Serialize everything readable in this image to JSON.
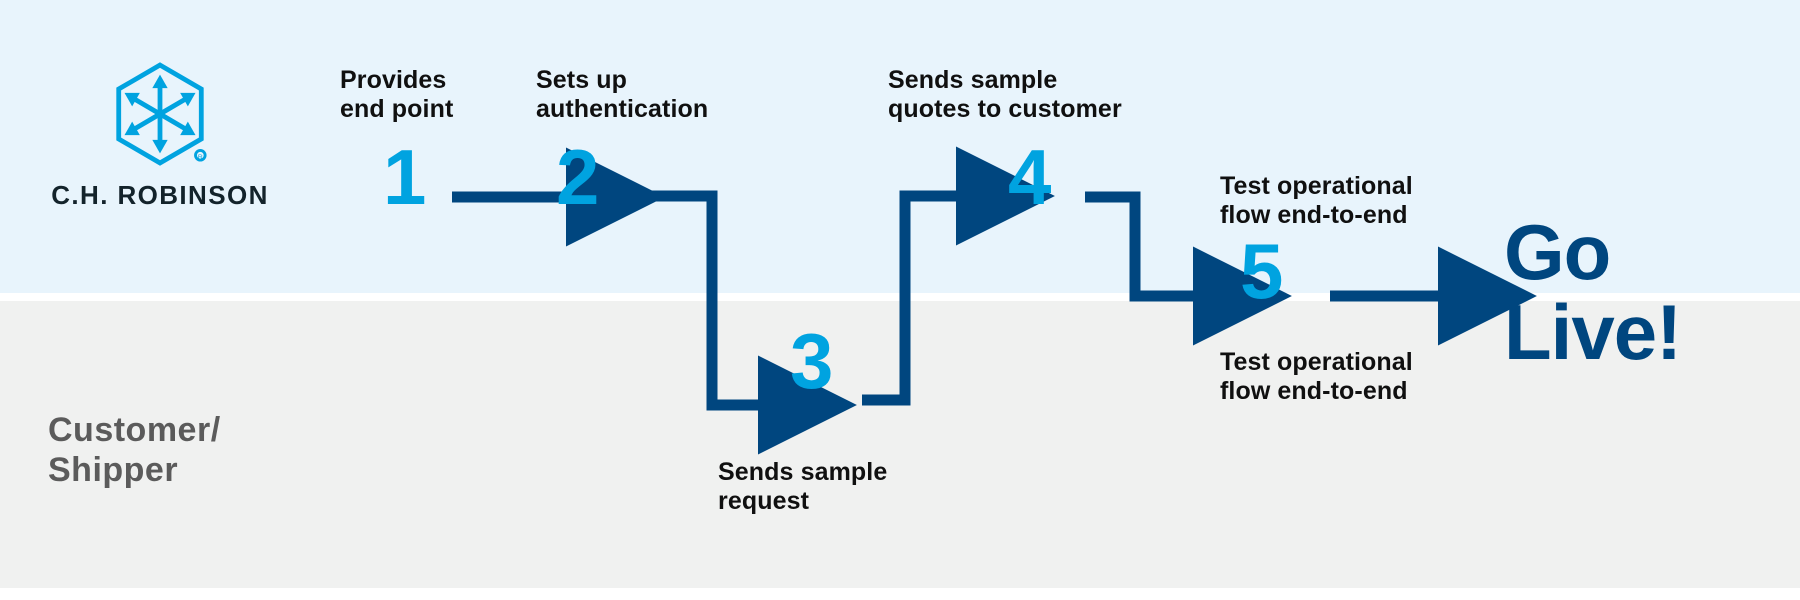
{
  "brand": {
    "name": "C.H. ROBINSON",
    "logo_icon": "hexagon-arrows-logo",
    "registered_mark": "®",
    "accent_light_blue": "#00a3e0",
    "accent_dark_blue": "#00467f",
    "band_blue": "#e8f4fc",
    "band_gray": "#f0f1f0",
    "lane_label_gray": "#5b5b5b"
  },
  "lanes": [
    {
      "id": "chr",
      "label": "",
      "background": "#e8f4fc"
    },
    {
      "id": "customer",
      "label": "Customer/\nShipper",
      "label_line1": "Customer/",
      "label_line2": "Shipper",
      "background": "#f0f1f0"
    }
  ],
  "steps": [
    {
      "number": "1",
      "lane": "chr",
      "caption_position": "above",
      "caption_line1": "Provides",
      "caption_line2": "end point"
    },
    {
      "number": "2",
      "lane": "chr",
      "caption_position": "above",
      "caption_line1": "Sets up",
      "caption_line2": "authentication"
    },
    {
      "number": "3",
      "lane": "customer",
      "caption_position": "below",
      "caption_line1": "Sends sample",
      "caption_line2": "request"
    },
    {
      "number": "4",
      "lane": "chr",
      "caption_position": "above",
      "caption_line1": "Sends sample",
      "caption_line2": "quotes to customer"
    },
    {
      "number": "5",
      "lane": "both",
      "caption_position": "above-and-below",
      "caption_above_line1": "Test operational",
      "caption_above_line2": "flow end-to-end",
      "caption_below_line1": "Test operational",
      "caption_below_line2": "flow end-to-end"
    }
  ],
  "outcome": {
    "line1": "Go",
    "line2": "Live!"
  },
  "connectors": [
    {
      "from": "1",
      "to": "2",
      "type": "straight-right"
    },
    {
      "from": "2",
      "to": "3",
      "type": "elbow-right-down"
    },
    {
      "from": "3",
      "to": "4",
      "type": "elbow-right-up"
    },
    {
      "from": "4",
      "to": "5",
      "type": "elbow-right-down"
    },
    {
      "from": "5",
      "to": "go-live",
      "type": "straight-right"
    }
  ]
}
